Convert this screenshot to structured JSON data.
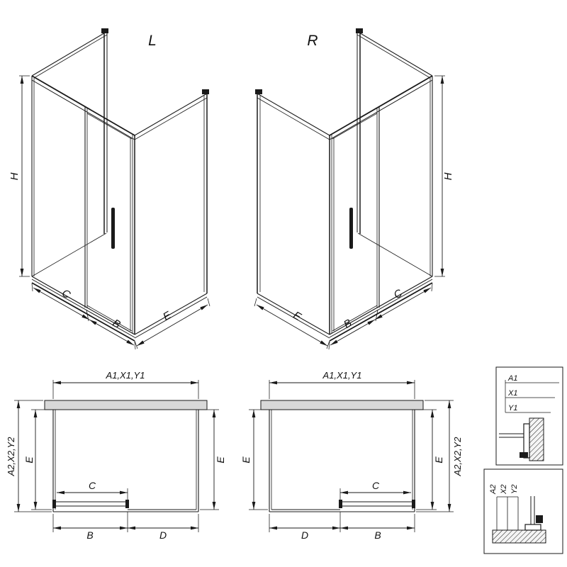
{
  "colors": {
    "line": "#1a1a1a",
    "wall_fill": "#d8d8d8",
    "background": "#ffffff"
  },
  "views": {
    "iso_left": {
      "label": "L",
      "dims": {
        "height": "H",
        "opening": "C",
        "door": "B",
        "side": "E"
      }
    },
    "iso_right": {
      "label": "R",
      "dims": {
        "height": "H",
        "opening": "C",
        "door": "B",
        "side": "E"
      }
    },
    "plan_left": {
      "dims": {
        "width_total": "A1,X1,Y1",
        "depth_total": "A2,X2,Y2",
        "side_left": "E",
        "side_right": "E",
        "opening": "C",
        "door": "B",
        "fixed": "D"
      }
    },
    "plan_right": {
      "dims": {
        "width_total": "A1,X1,Y1",
        "depth_total": "A2,X2,Y2",
        "side_left": "E",
        "side_right": "E",
        "opening": "C",
        "door": "B",
        "fixed": "D"
      }
    },
    "detail_width": {
      "labels": [
        "A1",
        "X1",
        "Y1"
      ]
    },
    "detail_depth": {
      "labels": [
        "A2",
        "X2",
        "Y2"
      ]
    }
  }
}
